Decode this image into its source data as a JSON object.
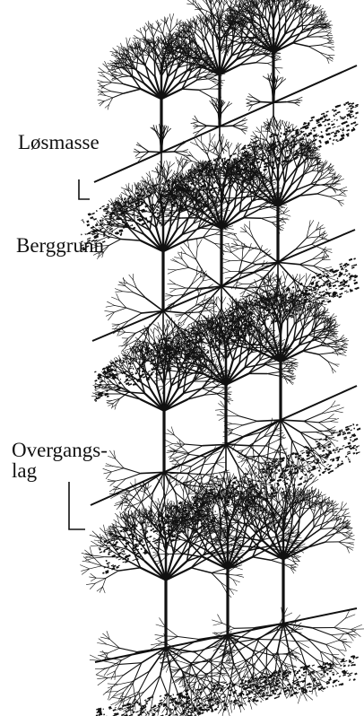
{
  "labels": {
    "losmasse": "Løsmasse",
    "berggrunn": "Berggrunn",
    "overgangslag_line1": "Overgangs-",
    "overgangslag_line2": "lag"
  },
  "colors": {
    "ink": "#111111",
    "background": "#ffffff"
  },
  "panels": [
    {
      "name": "panel-1",
      "roots": "shallow"
    },
    {
      "name": "panel-2",
      "roots": "spread-on-bedrock"
    },
    {
      "name": "panel-3",
      "roots": "into-transition-layer"
    },
    {
      "name": "panel-4",
      "roots": "deep-in-soil"
    }
  ]
}
